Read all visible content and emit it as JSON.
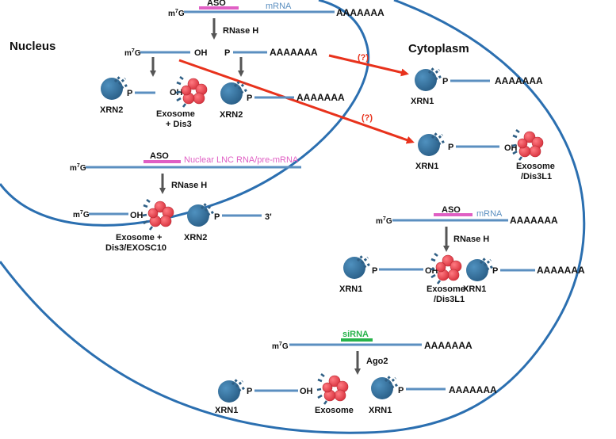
{
  "regions": {
    "nucleus": "Nucleus",
    "cytoplasm": "Cytoplasm"
  },
  "labels": {
    "m7g_base": "m",
    "m7g_sup": "7",
    "m7g_end": "G",
    "poly_a": "AAAAAAA",
    "oh": "OH",
    "p": "P",
    "three_prime": "3'",
    "aso": "ASO",
    "mrna": "mRNA",
    "nuclear_rna": "Nuclear  LNC RNA/pre-mRNA",
    "sirna": "siRNA",
    "rnase_h": "RNase H",
    "ago2": "Ago2",
    "xrn2": "XRN2",
    "xrn1": "XRN1",
    "unknown": "(?)",
    "exosome": "Exosome",
    "exosome_dis3_part2": "+ Dis3",
    "exosome_dis3_exosc10_line1": "Exosome +",
    "exosome_dis3_exosc10_line2": "Dis3/EXOSC10",
    "dis3l1": "/Dis3L1"
  },
  "colors": {
    "membrane": "#2b6fb0",
    "rna": "#5b8fc0",
    "xrn_enzyme": "#2f6b97",
    "exosome_enzyme": "#e84a55",
    "aso_bar": "#e05fc4",
    "aso_text": "#e05fc4",
    "sirna": "#27b34a",
    "arrow": "#555555",
    "red_arrow": "#e8321c",
    "text": "#111111"
  }
}
